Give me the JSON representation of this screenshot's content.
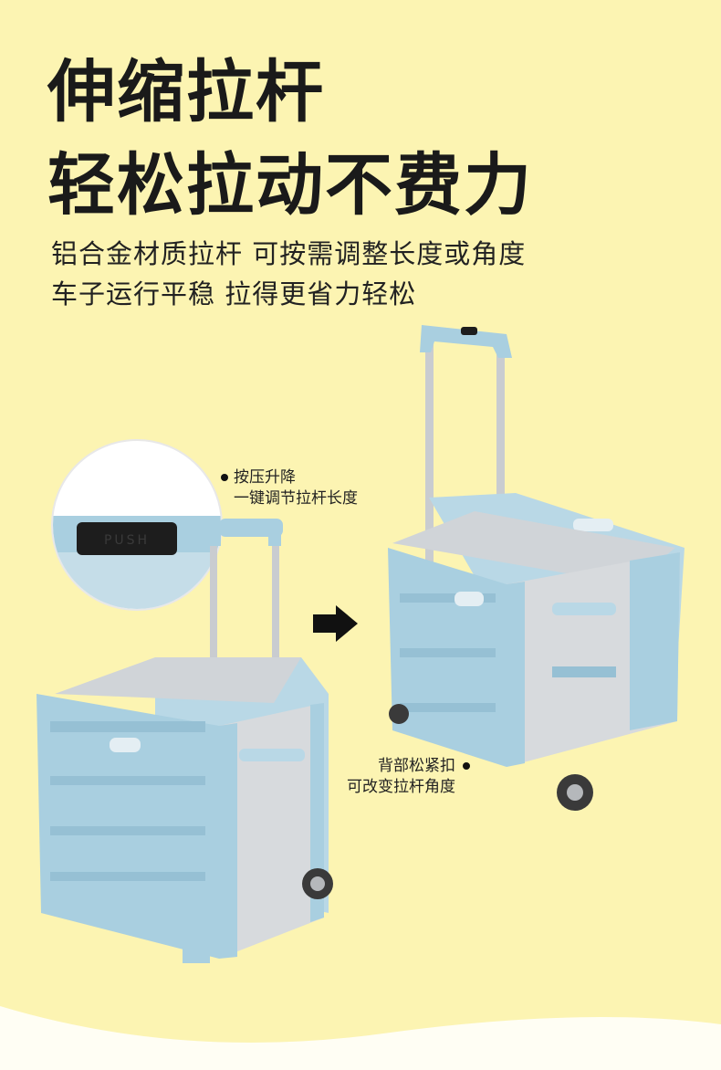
{
  "headline": {
    "line1": "伸缩拉杆",
    "line2": "轻松拉动不费力"
  },
  "subtitle": {
    "line1": "铝合金材质拉杆 可按需调整长度或角度",
    "line2": "车子运行平稳 拉得更省力轻松"
  },
  "annotations": {
    "handle_line1": "按压升降",
    "handle_line2": "一键调节拉杆长度",
    "back_line1": "背部松紧扣",
    "back_line2": "可改变拉杆角度"
  },
  "button_text": "PUSH",
  "colors": {
    "background": "#fcf4b2",
    "cart_blue": "#a9cfe0",
    "cart_blue_dark": "#8fbad0",
    "cart_grey": "#d7dadd",
    "metal": "#c9ccd0",
    "text": "#1a1a1a"
  }
}
